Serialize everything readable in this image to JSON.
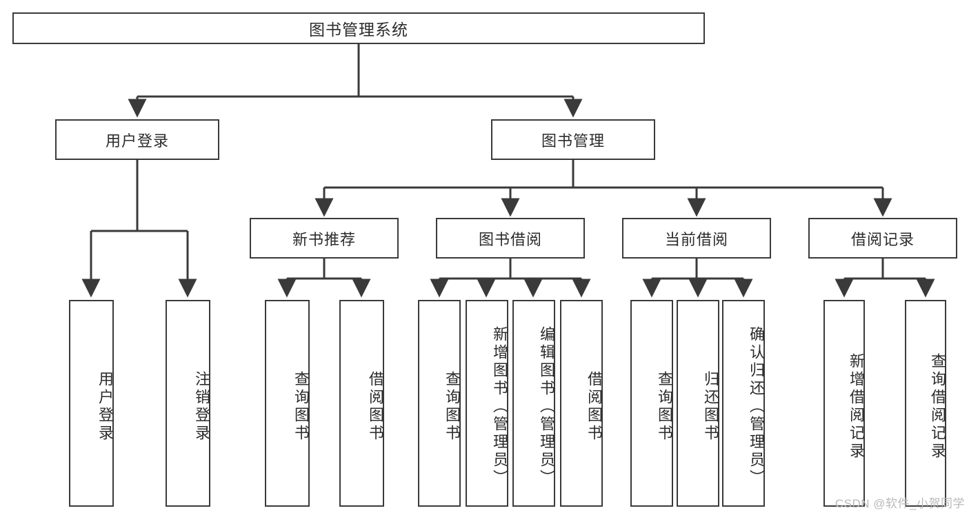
{
  "diagram": {
    "type": "tree-hierarchy",
    "title": "图书管理系统",
    "watermark": "CSDN @软件_小贺同学",
    "colors": {
      "stroke": "#3a3a3a",
      "fill": "#ffffff",
      "text": "#2b2b2b",
      "watermark": "#b9b9b9"
    },
    "levels": {
      "root": [
        "图书管理系统"
      ],
      "level2": [
        "用户登录",
        "图书管理"
      ],
      "level3": [
        "新书推荐",
        "图书借阅",
        "当前借阅",
        "借阅记录"
      ]
    },
    "nodes": {
      "root": {
        "label": "图书管理系统"
      },
      "user_login": {
        "label": "用户登录"
      },
      "book_manage": {
        "label": "图书管理"
      },
      "new_book_rec": {
        "label": "新书推荐"
      },
      "book_borrow": {
        "label": "图书借阅"
      },
      "current_borrow": {
        "label": "当前借阅"
      },
      "borrow_record": {
        "label": "借阅记录"
      }
    },
    "leaves": {
      "user_login": [
        {
          "label": "用户登录"
        },
        {
          "label": "注销登录"
        }
      ],
      "new_book_rec": [
        {
          "label": "查询图书"
        },
        {
          "label": "借阅图书"
        }
      ],
      "book_borrow": [
        {
          "label": "查询图书"
        },
        {
          "label": "新增图书（管理员）"
        },
        {
          "label": "编辑图书（管理员）"
        },
        {
          "label": "借阅图书"
        }
      ],
      "current_borrow": [
        {
          "label": "查询图书"
        },
        {
          "label": "归还图书"
        },
        {
          "label": "确认归还（管理员）"
        }
      ],
      "borrow_record": [
        {
          "label": "新增借阅记录"
        },
        {
          "label": "查询借阅记录"
        }
      ]
    }
  }
}
